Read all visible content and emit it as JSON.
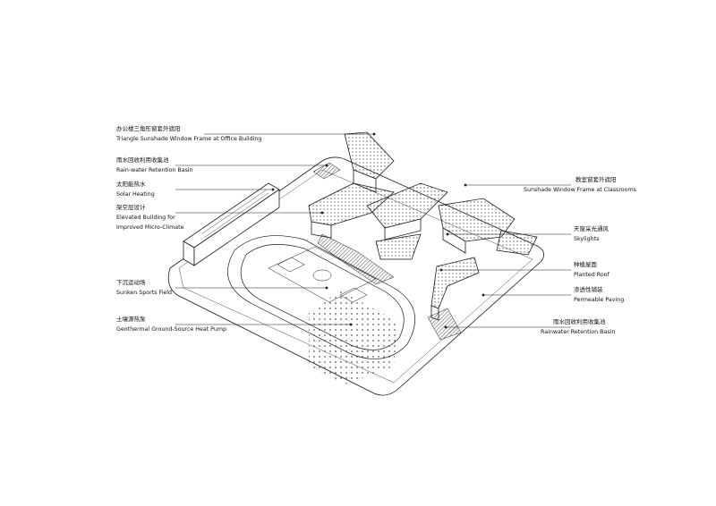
{
  "labels_left": [
    {
      "zh": "办公楼三角形窗套外遮阳",
      "en": "Triangle Sunshade Window Frame at Office Building"
    },
    {
      "zh": "雨水回收利用收集池",
      "en": "Rain-water Retention Basin"
    },
    {
      "zh": "太阳能热水",
      "en": "Solar Heating"
    },
    {
      "zh": "架空层设计",
      "en": "Elevated Building for",
      "en2": "Improved Micro-Climate"
    },
    {
      "zh": "下沉运动场",
      "en": "Sunken Sports Field"
    },
    {
      "zh": "土壤源热泵",
      "en": "Geothermal Ground-Source Heat Pump"
    }
  ],
  "labels_right": [
    {
      "zh": "教室窗套外遮阳",
      "en": "Sunshade Window Frame at Classrooms"
    },
    {
      "zh": "天窗采光通风",
      "en": "Skylights"
    },
    {
      "zh": "种植屋面",
      "en": "Planted Roof"
    },
    {
      "zh": "渗透性铺装",
      "en": "Permeable Paving"
    },
    {
      "zh": "雨水回收利用收集池",
      "en": "Rainwater Retention Basin"
    }
  ],
  "colors": {
    "line": "#1a1a1a",
    "background": "#ffffff"
  }
}
